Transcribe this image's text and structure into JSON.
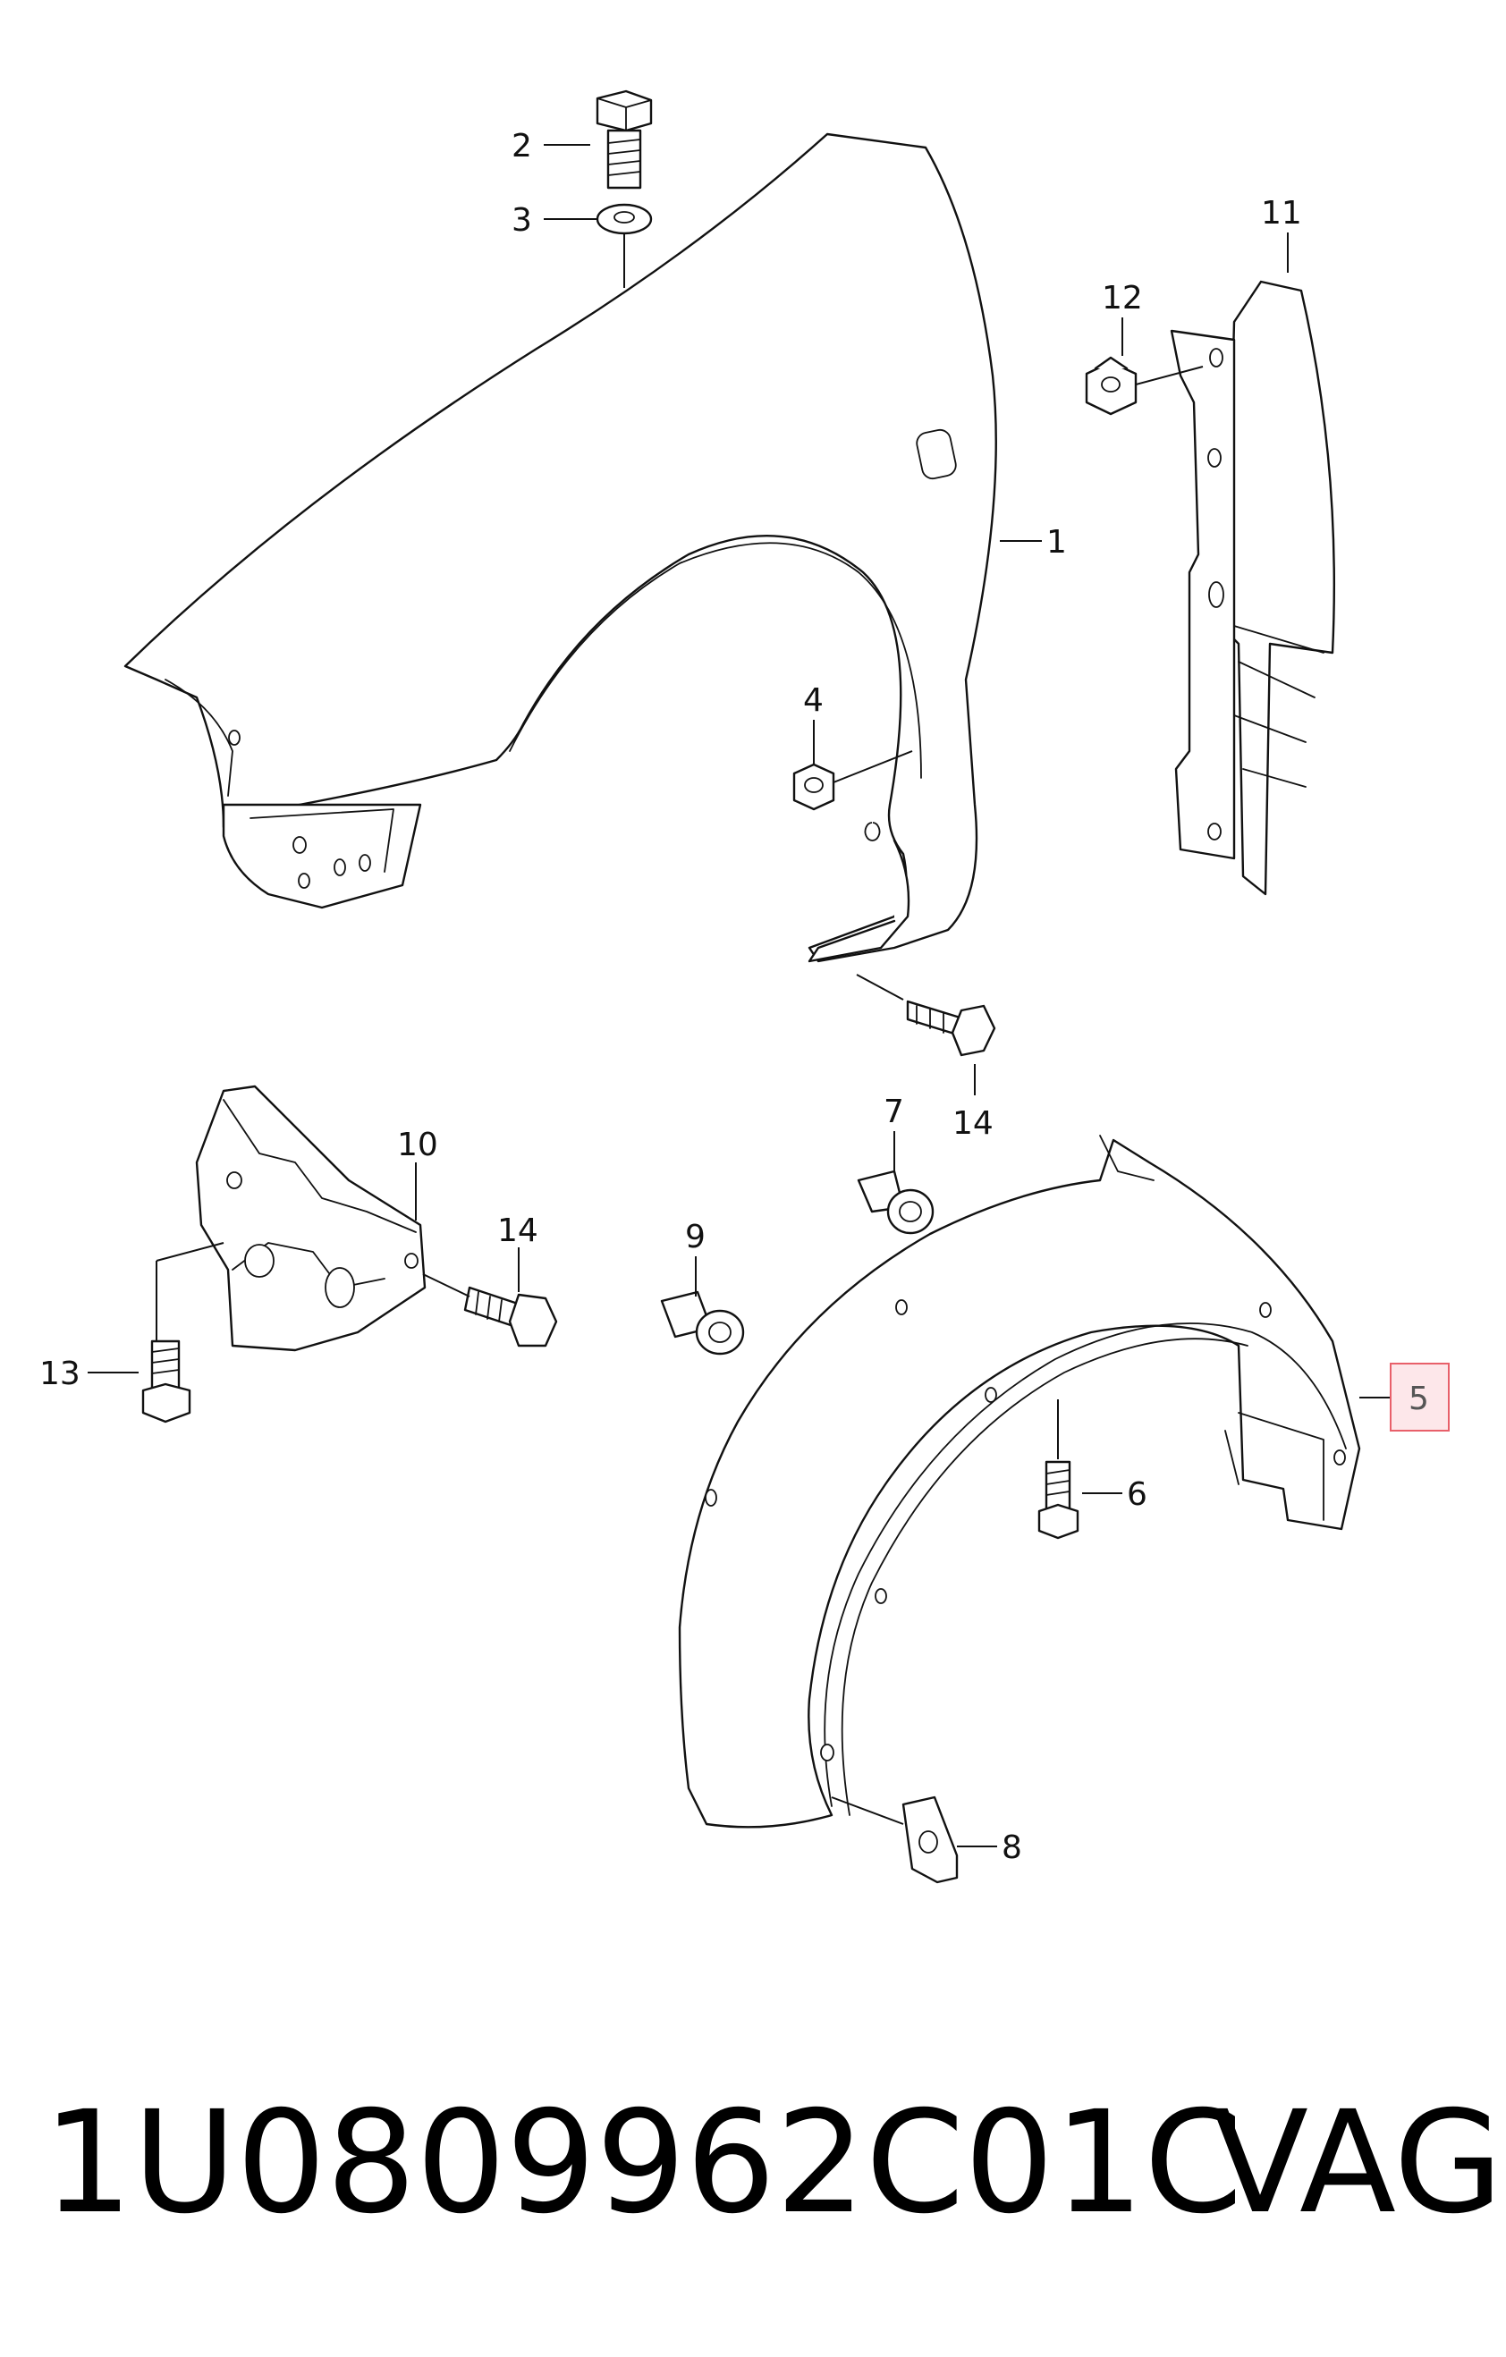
{
  "callouts": {
    "c1": "1",
    "c2": "2",
    "c3": "3",
    "c4": "4",
    "c5": "5",
    "c6": "6",
    "c7": "7",
    "c8": "8",
    "c9": "9",
    "c10": "10",
    "c11": "11",
    "c12": "12",
    "c13": "13",
    "c14a": "14",
    "c14b": "14"
  },
  "highlight": {
    "callout": "5",
    "border_color": "#e8606a",
    "fill_color": "#fde7ea"
  },
  "footer": {
    "part_number": "1U0809962C01C",
    "brand": "VAG"
  }
}
